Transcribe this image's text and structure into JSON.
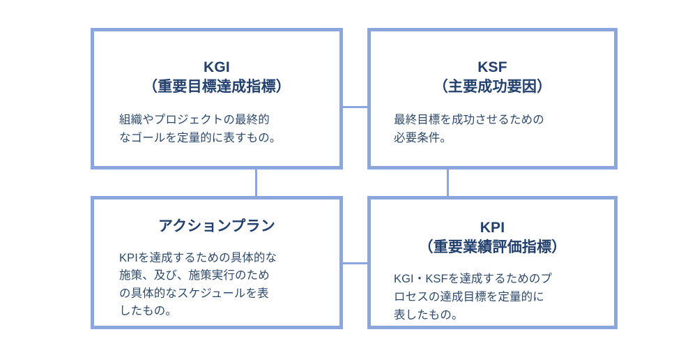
{
  "diagram": {
    "type": "cycle-flow-2x2",
    "accent_color": "#8ba6dc",
    "title_color": "#22406e",
    "body_color": "#2e4a6b",
    "background": "#ffffff",
    "nodes": [
      {
        "id": "kgi",
        "title": "KGI\n（重要目標達成指標）",
        "description": "組織やプロジェクトの最終的\nなゴールを定量的に表すもの。"
      },
      {
        "id": "ksf",
        "title": "KSF\n（主要成功要因）",
        "description": "最終目標を成功させるための\n必要条件。"
      },
      {
        "id": "action-plan",
        "title": "アクションプラン",
        "description": "KPIを達成するための具体的な\n施策、及び、施策実行のため\nの具体的なスケジュールを表\nしたもの。"
      },
      {
        "id": "kpi",
        "title": "KPI\n（重要業績評価指標）",
        "description": "KGI・KSFを達成するためのプ\nロセスの達成目標を定量的に\n表したもの。"
      }
    ],
    "connectors": [
      {
        "id": "kgi-ksf",
        "orientation": "horizontal"
      },
      {
        "id": "action-kpi",
        "orientation": "horizontal"
      },
      {
        "id": "kgi-action",
        "orientation": "vertical"
      },
      {
        "id": "ksf-kpi",
        "orientation": "vertical"
      }
    ]
  }
}
